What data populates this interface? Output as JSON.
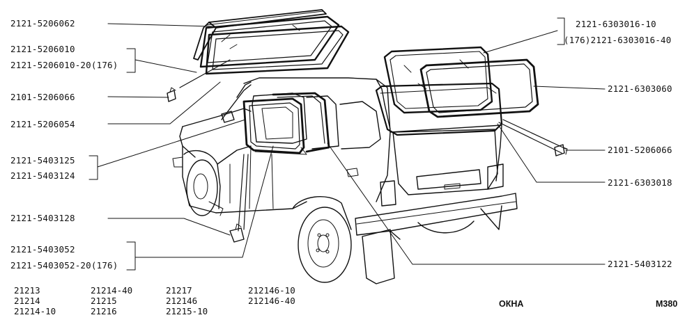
{
  "title": "ОКНА",
  "figure_code": "M380",
  "part_labels": [
    {
      "text": "2121-5206062"
    },
    {
      "text": "2121-5206010"
    },
    {
      "text": "2121-5206010-20(176)"
    },
    {
      "text": "2101-5206066"
    },
    {
      "text": "2121-5206054"
    },
    {
      "text": "2121-5403125"
    },
    {
      "text": "2121-5403124"
    },
    {
      "text": "2121-5403128"
    },
    {
      "text": "2121-5403052"
    },
    {
      "text": "2121-5403052-20(176)"
    },
    {
      "text": "2121-6303016-10"
    },
    {
      "text": "(176)2121-6303016-40"
    },
    {
      "text": "2121-6303060"
    },
    {
      "text": "2101-5206066"
    },
    {
      "text": "2121-6303018"
    },
    {
      "text": "2121-5403122"
    }
  ],
  "models": [
    [
      "21213",
      "21214",
      "21214-10"
    ],
    [
      "21214-40",
      "21215",
      "21216"
    ],
    [
      "21217",
      "212146",
      "21215-10"
    ],
    [
      "212146-10",
      "212146-40"
    ]
  ]
}
